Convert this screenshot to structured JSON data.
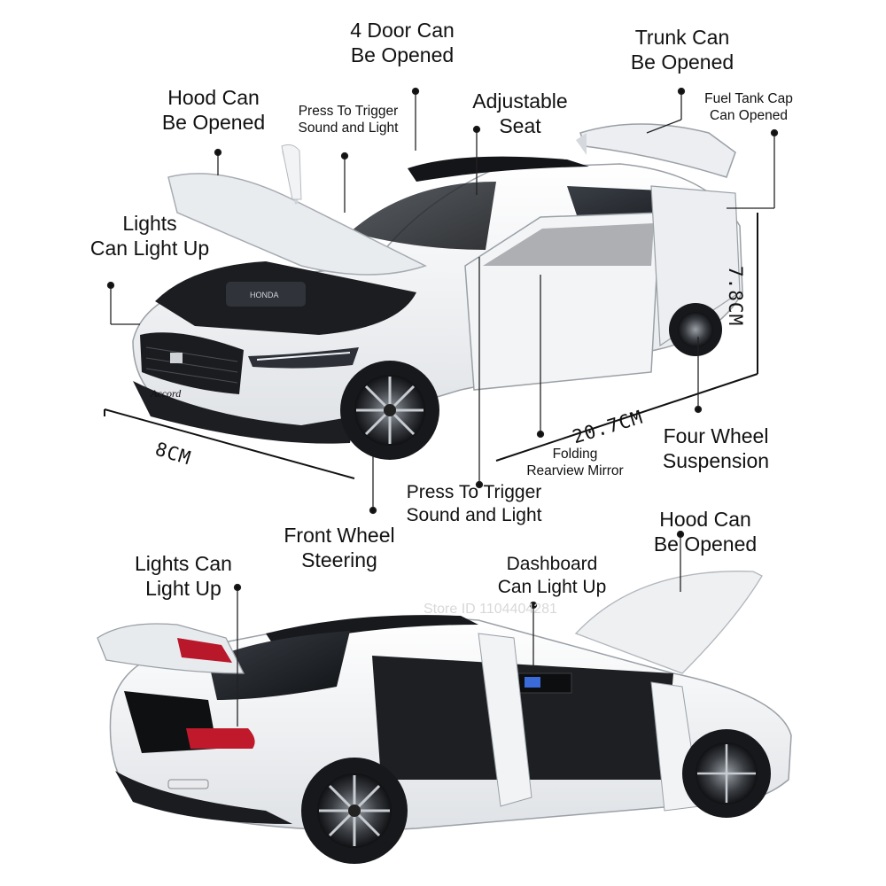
{
  "labels": {
    "door": [
      "4 Door Can",
      "Be Opened"
    ],
    "trunk": [
      "Trunk Can",
      "Be Opened"
    ],
    "hood_top": [
      "Hood Can",
      "Be Opened"
    ],
    "press_top": [
      "Press To Trigger",
      "Sound and Light"
    ],
    "seat": [
      "Adjustable",
      "Seat"
    ],
    "fuel": [
      "Fuel Tank Cap",
      "Can Opened"
    ],
    "lights_top": [
      "Lights",
      "Can Light Up"
    ],
    "suspension": [
      "Four Wheel",
      "Suspension"
    ],
    "mirror": [
      "Folding",
      "Rearview Mirror"
    ],
    "press_bottom": [
      "Press To Trigger",
      "Sound and Light"
    ],
    "steering": [
      "Front Wheel",
      "Steering"
    ],
    "hood_bottom": [
      "Hood Can",
      "Be Opened"
    ],
    "lights_bottom": [
      "Lights Can",
      "Light Up"
    ],
    "dashboard": [
      "Dashboard",
      "Can Light Up"
    ]
  },
  "dimensions": {
    "length": "20.7CM",
    "width": "8CM",
    "height": "7.8CM"
  },
  "watermark": "Store ID 1104404281",
  "brand": {
    "badge": "Accord"
  },
  "colors": {
    "body": "#f4f5f6",
    "glass": "#1b1d21",
    "tire": "#16171a",
    "tail": "#c0192b"
  }
}
